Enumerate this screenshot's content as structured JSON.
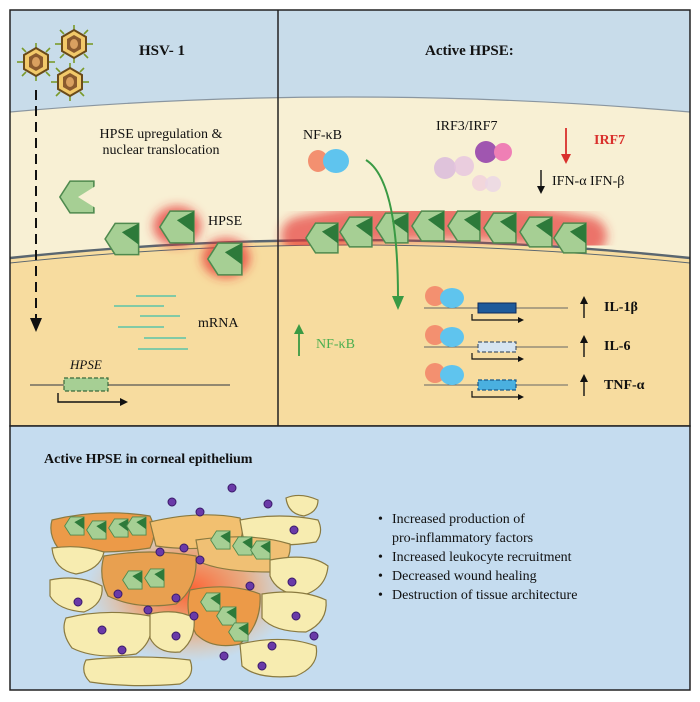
{
  "panel_left": {
    "title": "HSV- 1",
    "upregulation_label": "HPSE upregulation &\nnuclear translocation",
    "hpse_label": "HPSE",
    "mrna_label": "mRNA",
    "gene_label": "HPSE"
  },
  "panel_right": {
    "title": "Active HPSE:",
    "nfkb_label": "NF-κB",
    "irf_label": "IRF3/IRF7",
    "irf7_label": "IRF7",
    "ifn_label": "IFN-α IFN-β",
    "nfkb_up_label": "NF-κB",
    "cytokines": [
      "IL-1β",
      "IL-6",
      "TNF-α"
    ]
  },
  "panel_bottom": {
    "title": "Active HPSE in corneal epithelium",
    "effects": [
      "Increased production of\npro-inflammatory factors",
      "Increased leukocyte recruitment",
      "Decreased wound healing",
      "Destruction of tissue architecture"
    ]
  },
  "colors": {
    "background_top": "#c8dcea",
    "cell_cytoplasm": "#f8f0d4",
    "nucleus": "#f7dc9f",
    "bottom_panel": "#c5dcef",
    "hpse_fill": "#9cc48c",
    "hpse_dark": "#2d7a3a",
    "nfkb_green": "#4caf50",
    "irf7_red": "#d9302c",
    "glow_red": "#e53030"
  }
}
